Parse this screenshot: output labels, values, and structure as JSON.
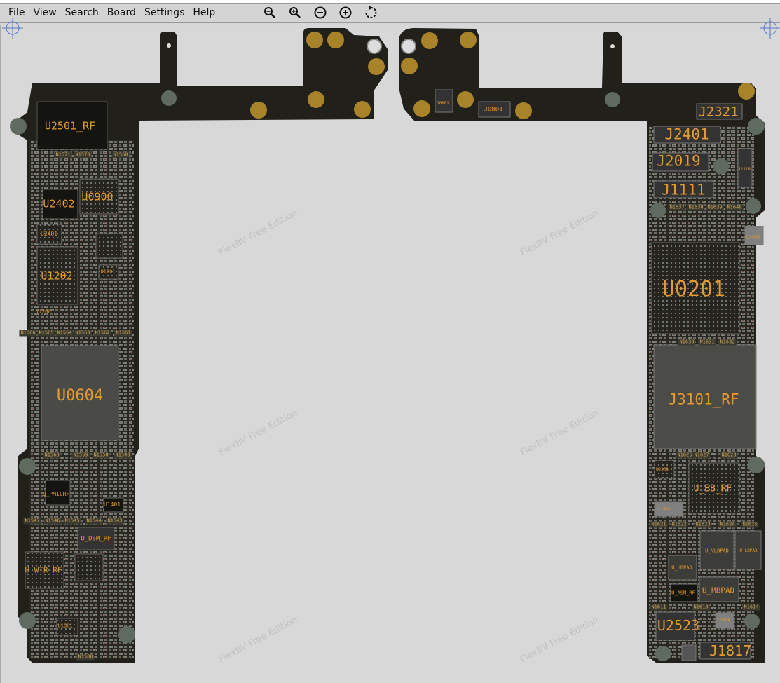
{
  "menu": {
    "items": [
      "File",
      "View",
      "Search",
      "Board",
      "Settings",
      "Help"
    ]
  },
  "toolbar": {
    "icons": [
      "zoom-out-icon",
      "zoom-in-icon",
      "minus-circle-icon",
      "plus-circle-icon",
      "rotate-icon"
    ]
  },
  "watermark": "FlexBV Free Edition",
  "colors": {
    "board": "#22201a",
    "pad": "#a8832a",
    "hole": "#5f6a60",
    "label": "#e39a30",
    "canvas": "#d8d8d8"
  },
  "left_board": {
    "components": [
      "U2501_RF",
      "U2402",
      "U0900",
      "U2401",
      "U1202",
      "U1201",
      "Y1200",
      "U0604",
      "U_PMICRF",
      "U1401",
      "U_DSM_RF",
      "U_WTR_RF",
      "U1601"
    ],
    "nets": [
      "N1571",
      "N1570",
      "N1568",
      "N1566",
      "N1565",
      "N1564",
      "N1563",
      "N1562",
      "N1561",
      "N1560",
      "N1559",
      "N1558",
      "N1548",
      "N1547",
      "N1546",
      "N1545",
      "N1544",
      "N1543",
      "N1588"
    ]
  },
  "right_board": {
    "components": [
      "J0802",
      "J0801",
      "J2321",
      "J2401",
      "J2019",
      "J1111",
      "J2118",
      "L1503",
      "U0201",
      "J3101_RF",
      "U2203",
      "U_BB_RF",
      "L1401",
      "U_VLBPAD",
      "U_LBPAD",
      "U_HBPAD",
      "U_ASM_RF",
      "U_MBPAD",
      "U2523",
      "L1604",
      "J1817"
    ],
    "nets": [
      "N1637",
      "N1638",
      "N1639",
      "N1640",
      "N1630",
      "N1631",
      "N1632",
      "N1626",
      "N1627",
      "N1628",
      "N1621",
      "N1622",
      "N1623",
      "N1624",
      "N1625",
      "N1611",
      "N1613",
      "N1614"
    ]
  }
}
